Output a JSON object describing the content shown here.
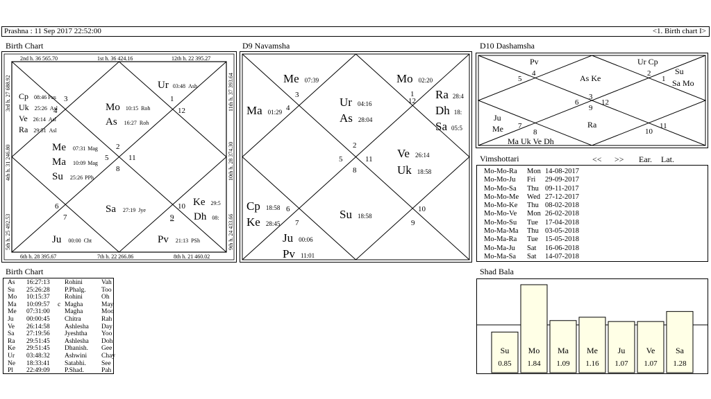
{
  "header": {
    "left": "Prashna :   11 Sep 2017  22:52:00",
    "right": "<1. Birth chart I>"
  },
  "birth_chart": {
    "title": "Birth Chart",
    "top_scale": [
      "2nd h.  36  565.70",
      "1st h.  36  424.16",
      "12th h.  22  395.27"
    ],
    "bottom_scale": [
      "6th h.  28  395.67",
      "7th h.  22  266.86",
      "8th h.  21  460.02"
    ],
    "left_scale": [
      "3rd h.  27  688.92",
      "4th h.  31  246.80",
      "5th h.  25  492.53"
    ],
    "right_scale": [
      "11th h.  37  393.64",
      "10th h.  28  374.30",
      "9th h.  24  433.66"
    ],
    "house_numbers": [
      "1",
      "2",
      "3",
      "4",
      "5",
      "6",
      "7",
      "8",
      "9",
      "10",
      "11",
      "12"
    ],
    "planets": [
      {
        "n": "Ur",
        "d": "03:48",
        "k": "Ash"
      },
      {
        "n": "Mo",
        "d": "10:15",
        "k": "Roh"
      },
      {
        "n": "As",
        "d": "16:27",
        "k": "Roh"
      },
      {
        "n": "Cp",
        "d": "08:46",
        "k": "Pus"
      },
      {
        "n": "Uk",
        "d": "25:26",
        "k": "Asl"
      },
      {
        "n": "Ve",
        "d": "26:14",
        "k": "Asl"
      },
      {
        "n": "Ra",
        "d": "29:51",
        "k": "Asl"
      },
      {
        "n": "Me",
        "d": "07:31",
        "k": "Mag"
      },
      {
        "n": "Ma",
        "d": "10:09",
        "k": "Mag"
      },
      {
        "n": "Su",
        "d": "25:26",
        "k": "PPh"
      },
      {
        "n": "Sa",
        "d": "27:19",
        "k": "Jye"
      },
      {
        "n": "Ke",
        "d": "29:5",
        "k": ""
      },
      {
        "n": "Dh",
        "d": "08:",
        "k": ""
      },
      {
        "n": "Ju",
        "d": "00:00",
        "k": "Cht"
      },
      {
        "n": "Pv",
        "d": "21:13",
        "k": "PSh"
      }
    ]
  },
  "d9": {
    "title": "D9 Navamsha",
    "planets": [
      {
        "n": "Me",
        "d": "07:39"
      },
      {
        "n": "Mo",
        "d": "02:20"
      },
      {
        "n": "Ma",
        "d": "01:29"
      },
      {
        "n": "Ur",
        "d": "04:16"
      },
      {
        "n": "As",
        "d": "28:04"
      },
      {
        "n": "Ra",
        "d": "28:4"
      },
      {
        "n": "Dh",
        "d": "18:"
      },
      {
        "n": "Sa",
        "d": "05:5"
      },
      {
        "n": "Ve",
        "d": "26:14"
      },
      {
        "n": "Uk",
        "d": "18:58"
      },
      {
        "n": "Cp",
        "d": "18:58"
      },
      {
        "n": "Ke",
        "d": "28:45"
      },
      {
        "n": "Su",
        "d": "18:58"
      },
      {
        "n": "Ju",
        "d": "00:06"
      },
      {
        "n": "Pv",
        "d": "11:01"
      }
    ]
  },
  "d10": {
    "title": "D10 Dashamsha",
    "labels": [
      "Pv",
      "Ur Cp",
      "Su",
      "Sa Mo",
      "As Ke",
      "Ju",
      "Me",
      "Ra",
      "Ma Uk Ve Dh"
    ]
  },
  "vimshottari": {
    "title": "Vimshottari",
    "prev": "<<",
    "next": ">>",
    "ear": "Ear.",
    "lat": "Lat.",
    "rows": [
      [
        "Mo-Mo-Ra",
        "Mon",
        "14-08-2017"
      ],
      [
        "Mo-Mo-Ju",
        "Fri",
        "29-09-2017"
      ],
      [
        "Mo-Mo-Sa",
        "Thu",
        "09-11-2017"
      ],
      [
        "Mo-Mo-Me",
        "Wed",
        "27-12-2017"
      ],
      [
        "Mo-Mo-Ke",
        "Thu",
        "08-02-2018"
      ],
      [
        "Mo-Mo-Ve",
        "Mon",
        "26-02-2018"
      ],
      [
        "Mo-Mo-Su",
        "Tue",
        "17-04-2018"
      ],
      [
        "Mo-Ma-Ma",
        "Thu",
        "03-05-2018"
      ],
      [
        "Mo-Ma-Ra",
        "Tue",
        "15-05-2018"
      ],
      [
        "Mo-Ma-Ju",
        "Sat",
        "16-06-2018"
      ],
      [
        "Mo-Ma-Sa",
        "Sat",
        "14-07-2018"
      ]
    ]
  },
  "positions": {
    "title": "Birth Chart",
    "rows": [
      [
        "As",
        "16:27:13",
        "",
        "Rohini",
        "Vah"
      ],
      [
        "Su",
        "25:26:28",
        "",
        "P.Phalg.",
        "Too"
      ],
      [
        "Mo",
        "10:15:37",
        "",
        "Rohini",
        "Oh"
      ],
      [
        "Ma",
        "10:09:57",
        "c",
        "Magha",
        "May"
      ],
      [
        "Me",
        "07:31:00",
        "",
        "Magha",
        "Moo"
      ],
      [
        "Ju",
        "00:00:45",
        "",
        "Chitra",
        "Rah"
      ],
      [
        "Ve",
        "26:14:58",
        "",
        "Ashlesha",
        "Day"
      ],
      [
        "Sa",
        "27:19:56",
        "",
        "Jyeshtha",
        "Yoo"
      ],
      [
        "Ra",
        "29:51:45",
        "",
        "Ashlesha",
        "Doh"
      ],
      [
        "Ke",
        "29:51:45",
        "",
        "Dhanish.",
        "Gee"
      ],
      [
        "Ur",
        "03:48:32",
        "",
        "Ashwini",
        "Chay"
      ],
      [
        "Ne",
        "18:33:41",
        "",
        "Satabhi.",
        "See"
      ],
      [
        "Pl",
        "22:49:09",
        "",
        "P.Shad.",
        "Pah"
      ]
    ]
  },
  "chart_data": {
    "type": "bar",
    "title": "Shad Bala",
    "categories": [
      "Su",
      "Mo",
      "Ma",
      "Me",
      "Ju",
      "Ve",
      "Sa"
    ],
    "values": [
      0.85,
      1.84,
      1.09,
      1.16,
      1.07,
      1.07,
      1.28
    ],
    "value_labels": [
      "0.85",
      "1.84",
      "1.09",
      "1.16",
      "1.07",
      "1.07",
      "1.28"
    ],
    "reference_line": 1.0,
    "bar_color": "#ffffe6"
  }
}
